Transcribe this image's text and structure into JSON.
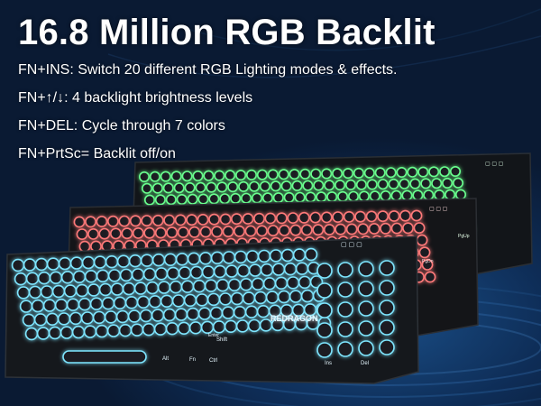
{
  "headline": "16.8 Million RGB Backlit",
  "features": [
    "FN+INS: Switch 20 different RGB Lighting modes & effects.",
    "FN+↑/↓: 4 backlight brightness levels",
    "FN+DEL:  Cycle through 7 colors",
    "FN+PrtSc= Backlit off/on"
  ],
  "brand": "REDRAGON",
  "keys": {
    "shift": "Shift",
    "enter": "Enter",
    "ctrl": "Ctrl",
    "alt": "Alt",
    "fn": "Fn",
    "ins": "Ins",
    "del": "Del",
    "pgup": "PgUp",
    "pgdn": "PgDn"
  },
  "colors": {
    "front_glow": "#7fe6ff",
    "middle_glow": "#ff7a7a",
    "back_glow": "#6bff8f",
    "keyboard_body": "#15181c",
    "background": "#0b1a33"
  }
}
